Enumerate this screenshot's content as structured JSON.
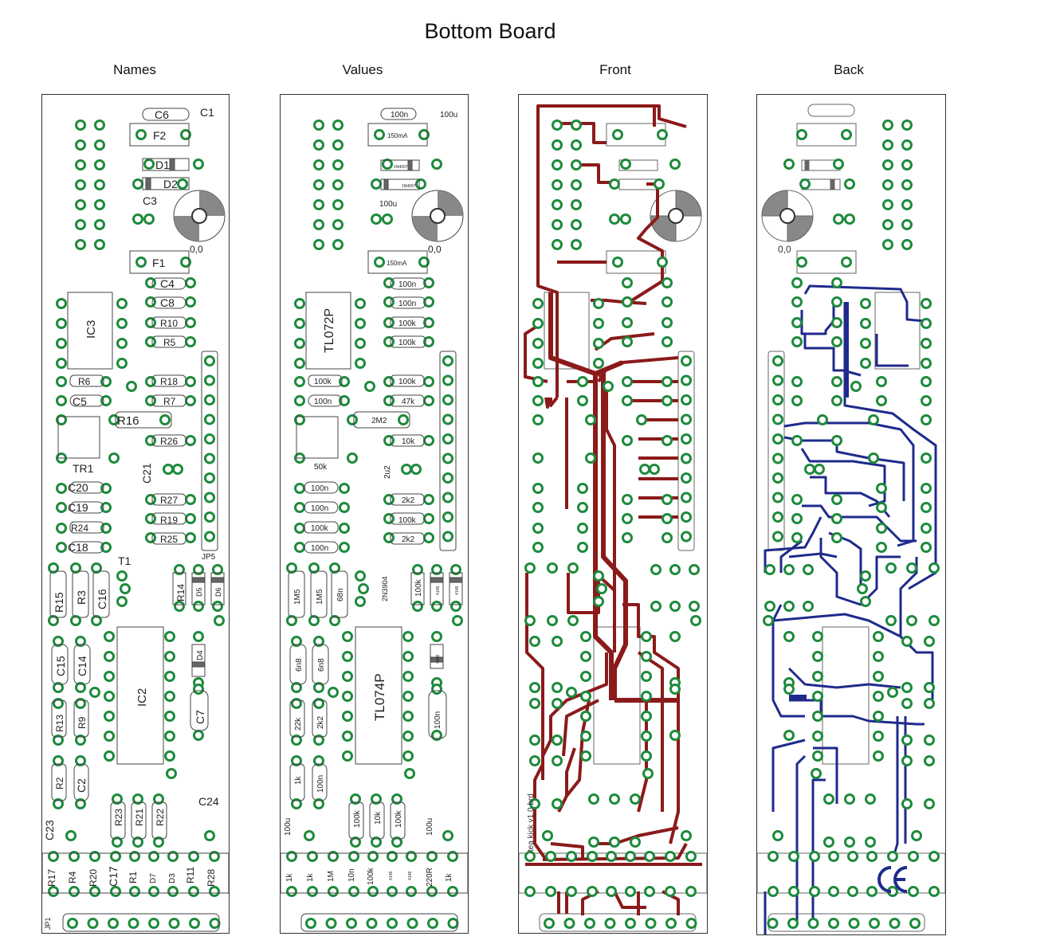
{
  "title": "Bottom Board",
  "columns": {
    "names": "Names",
    "values": "Values",
    "front": "Front",
    "back": "Back"
  },
  "colors": {
    "pad_ring": "#1e8a3c",
    "front_trace": "#8b1a1a",
    "back_trace": "#1f2a8c",
    "outline": "#333333"
  },
  "names_labels": {
    "c6": "C6",
    "c1": "C1",
    "f2": "F2",
    "d1": "D1",
    "d2": "D2",
    "c3": "C3",
    "f1": "F1",
    "c4": "C4",
    "c8": "C8",
    "r10": "R10",
    "r5": "R5",
    "ic3": "IC3",
    "r6": "R6",
    "r18": "R18",
    "c5": "C5",
    "r7": "R7",
    "r16": "R16",
    "r26": "R26",
    "tr1": "TR1",
    "c21": "C21",
    "c20": "C20",
    "r27": "R27",
    "c19": "C19",
    "r19": "R19",
    "r24": "R24",
    "r25": "R25",
    "c18": "C18",
    "jp5": "JP5",
    "t1": "T1",
    "r15": "R15",
    "r3": "R3",
    "c16": "C16",
    "r14": "R14",
    "d5": "D5",
    "d6": "D6",
    "c15": "C15",
    "c14": "C14",
    "ic2": "IC2",
    "d4": "D4",
    "c7": "C7",
    "r13": "R13",
    "r9": "R9",
    "r2": "R2",
    "c2": "C2",
    "c23": "C23",
    "r23": "R23",
    "r21": "R21",
    "r22": "R22",
    "c24": "C24",
    "r17": "R17",
    "r4": "R4",
    "r20": "R20",
    "c17": "C17",
    "r1": "R1",
    "d7": "D7",
    "d3": "D3",
    "r11": "R11",
    "r28": "R28",
    "jp1": "JP1",
    "zero": "0,0"
  },
  "values_labels": {
    "c6": "100n",
    "c1": "100u",
    "f2": "150mA",
    "d1": "1N4007",
    "d2": "1N4007",
    "c3": "100u",
    "f1": "150mA",
    "c4": "100n",
    "c8": "100n",
    "r10": "100k",
    "r5": "100k",
    "ic3": "TL072P",
    "r6": "100k",
    "r18": "100k",
    "c5": "100n",
    "r7": "47k",
    "r16": "2M2",
    "r26": "10k",
    "tr1": "50k",
    "c21": "2u2",
    "c20": "100n",
    "r27": "2k2",
    "c19": "100n",
    "r19": "100k",
    "r24": "100k",
    "r25": "2k2",
    "c18": "100n",
    "t1": "2N3904",
    "r15": "1M5",
    "r3": "1M5",
    "c16": "68n",
    "r14": "100k",
    "d5": "4148",
    "d6": "4148",
    "c15": "6n8",
    "c14": "6n8",
    "ic2": "TL074P",
    "d4": "4148",
    "c7": "100n",
    "r13": "22k",
    "r9": "2k2",
    "r2": "1k",
    "c2": "100n",
    "c23": "100u",
    "r23": "100k",
    "r21": "10k",
    "r22": "100k",
    "c24": "100u",
    "r17": "1k",
    "r4": "1k",
    "r20": "1M",
    "c17": "10n",
    "r1": "100k",
    "d7": "4148",
    "d3": "4148",
    "r11": "220R",
    "r28": "1k",
    "zero": "0,0"
  },
  "front_label": "tea kick v1.0 brd",
  "back_label": "0,0",
  "ce_mark": "CE"
}
